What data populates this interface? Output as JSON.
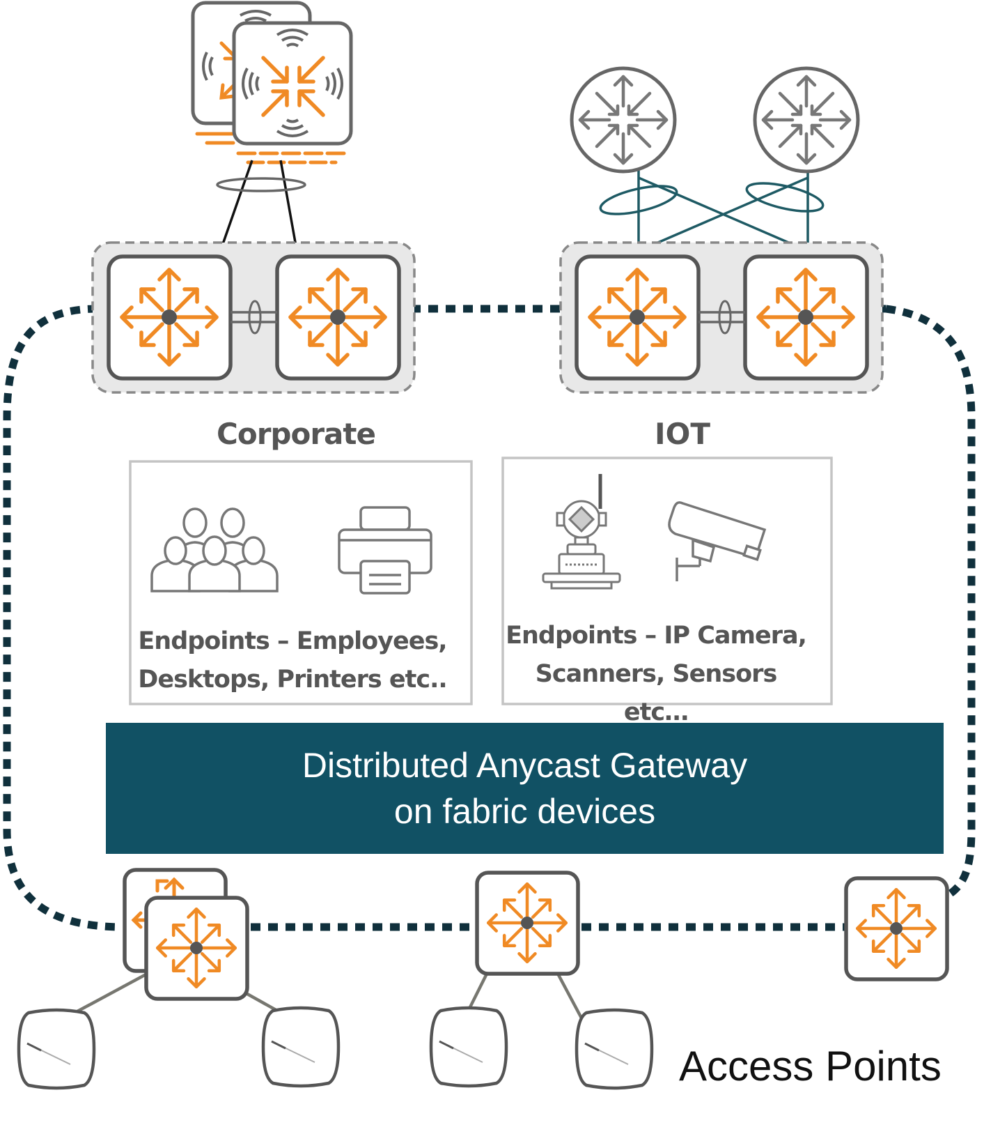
{
  "corporate": {
    "title": "Corporate",
    "desc_line1": "Endpoints – Employees,",
    "desc_line2": "Desktops, Printers etc.."
  },
  "iot": {
    "title": "IOT",
    "desc_line1": "Endpoints – IP Camera,",
    "desc_line2": "Scanners, Sensors etc…"
  },
  "gateway": {
    "line1": "Distributed Anycast Gateway",
    "line2": "on fabric devices"
  },
  "access_points_label": "Access Points",
  "colors": {
    "accent_orange": "#f08a24",
    "teal_band": "#115164",
    "fabric_dots": "#10303c",
    "device_gray": "#666666",
    "router_green": "#1e5a64"
  }
}
